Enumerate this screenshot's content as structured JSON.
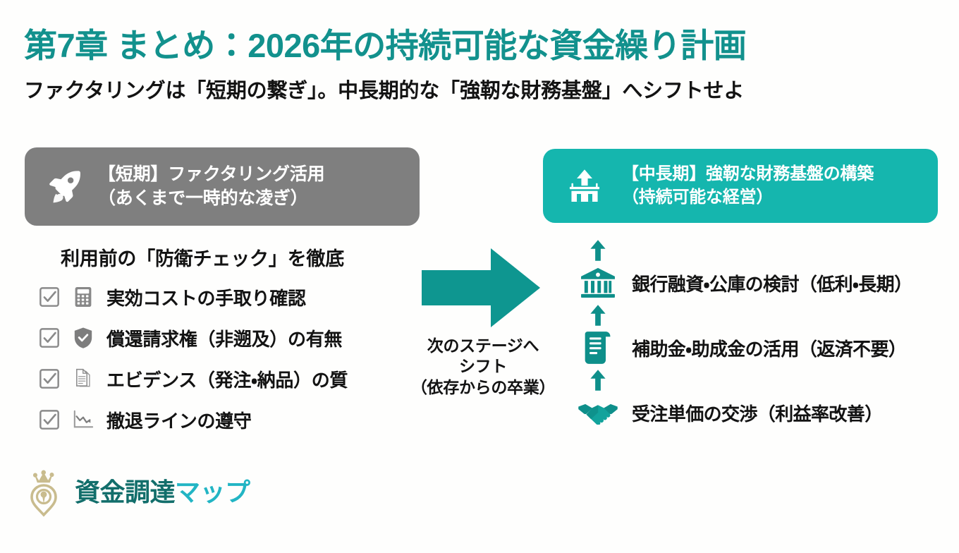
{
  "header": {
    "title": "第7章 まとめ：2026年の持続可能な資金繰り計画",
    "subtitle": "ファクタリングは「短期の繋ぎ」。中長期的な「強靭な財務基盤」へシフトせよ",
    "title_color": "#12918D",
    "subtitle_color": "#131313"
  },
  "left_panel": {
    "pill": {
      "icon": "rocket-icon",
      "label": "【短期】ファクタリング活用\n（あくまで一時的な凌ぎ）",
      "background_color": "#7F7F7F",
      "text_color": "#FFFFFF"
    },
    "heading": "利用前の「防衛チェック」を徹底",
    "items": [
      {
        "checkbox": "checkbox-checked-icon",
        "icon": "calculator-icon",
        "label": "実効コストの手取り確認"
      },
      {
        "checkbox": "checkbox-checked-icon",
        "icon": "shield-check-icon",
        "label": "償還請求権（非遡及）の有無"
      },
      {
        "checkbox": "checkbox-checked-icon",
        "icon": "documents-icon",
        "label": "エビデンス（発注・納品）の質"
      },
      {
        "checkbox": "checkbox-checked-icon",
        "icon": "declining-chart-icon",
        "label": "撤退ラインの遵守"
      }
    ],
    "icon_color": "#7D7D7D"
  },
  "center": {
    "arrow_icon": "right-arrow-icon",
    "arrow_color": "#0E9690",
    "caption": "次のステージへ\nシフト\n（依存からの卒業）"
  },
  "right_panel": {
    "pill": {
      "icon": "foundation-up-icon",
      "label": "【中長期】強靭な財務基盤の構築\n（持続可能な経営）",
      "background_color": "#15B6AE",
      "text_color": "#FFFFFF"
    },
    "accent_color": "#0E8F8A",
    "items": [
      {
        "icon": "bank-icon",
        "label": "銀行融資・公庫の検討（低利・長期）"
      },
      {
        "icon": "scroll-document-icon",
        "label": "補助金・助成金の活用（返済不要）"
      },
      {
        "icon": "handshake-icon",
        "label": "受注単価の交渉（利益率改善）"
      }
    ],
    "connector_icon": "up-arrow-icon"
  },
  "logo": {
    "mark": "crown-map-pin-icon",
    "mark_color": "#C9BC8E",
    "text_primary": "資金調達",
    "text_secondary": "マップ",
    "text_primary_color": "#126E6B",
    "text_secondary_color": "#22B5C4"
  }
}
